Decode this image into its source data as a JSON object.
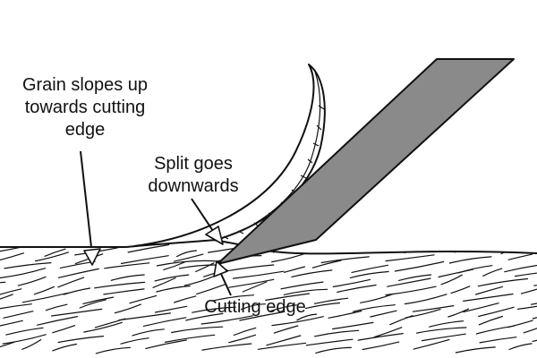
{
  "labels": {
    "grain": [
      "Grain slopes up",
      "towards cutting",
      "edge"
    ],
    "split": [
      "Split goes",
      "downwards"
    ],
    "cutting_edge": [
      "Cutting edge"
    ]
  },
  "colors": {
    "line": "#111111",
    "blade_fill": "#8a8a8a",
    "background": "#ffffff"
  },
  "icons": [
    "arrow-icon"
  ]
}
